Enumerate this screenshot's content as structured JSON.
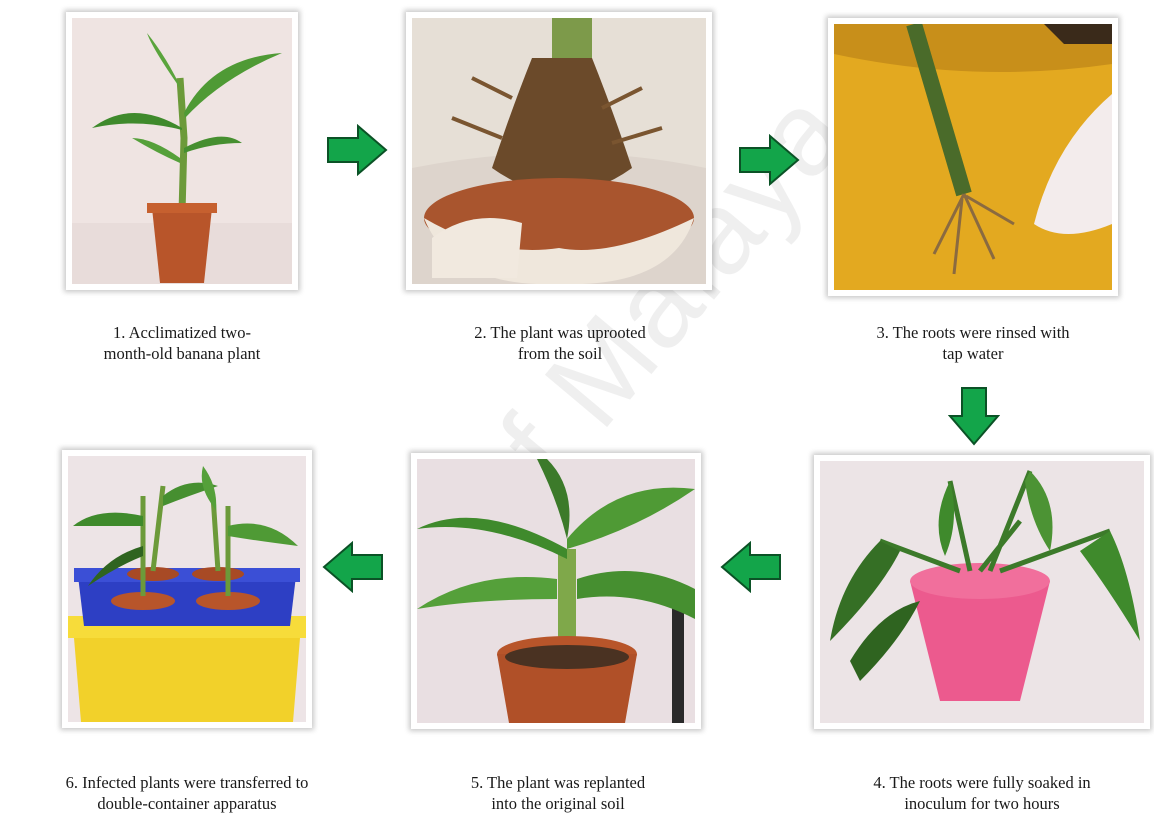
{
  "steps": [
    {
      "caption": "1. Acclimatized two-\nmonth-old banana plant"
    },
    {
      "caption": "2. The plant was uprooted\nfrom the soil"
    },
    {
      "caption": "3. The roots were rinsed with\ntap water"
    },
    {
      "caption": "4. The roots were fully soaked in\ninoculum for two hours"
    },
    {
      "caption": "5. The plant was replanted\ninto the original soil"
    },
    {
      "caption": "6. Infected plants were transferred to\ndouble-container apparatus"
    }
  ],
  "watermark": "of Malaya",
  "colors": {
    "arrow_fill": "#13a54a",
    "arrow_stroke": "#0b5226",
    "pot": "#b8552a",
    "leaf": "#3f8a2c"
  },
  "icons": [
    "arrow-right-icon",
    "arrow-down-icon",
    "arrow-left-icon"
  ]
}
